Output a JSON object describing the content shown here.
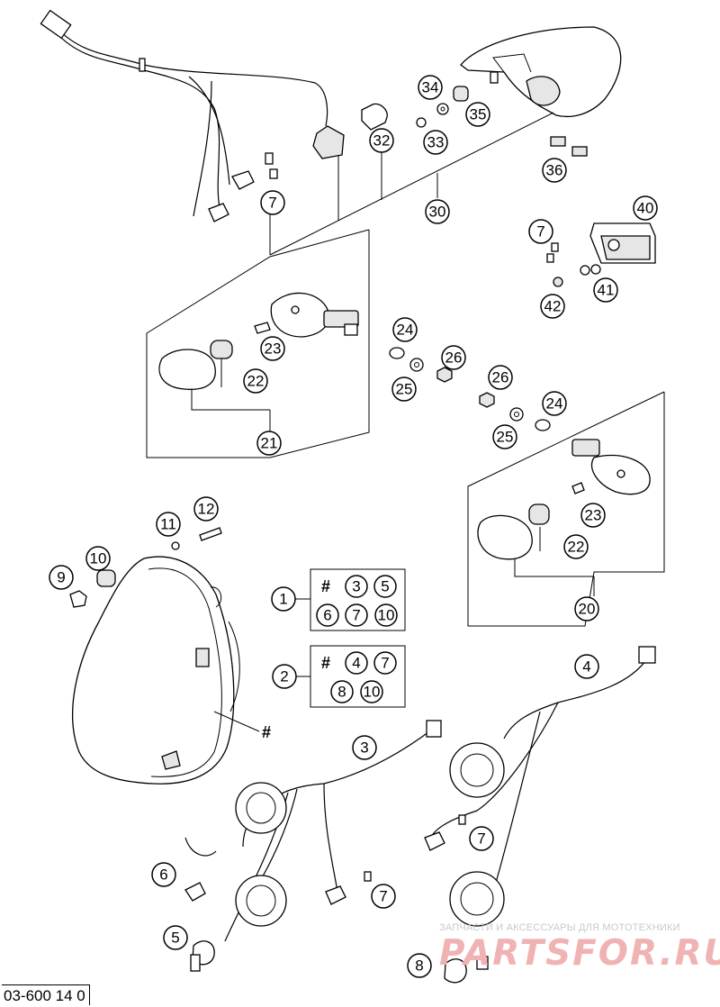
{
  "document_id": "03-600 14 0",
  "watermark": {
    "caption": "ЗАПЧАСТИ И АКСЕССУАРЫ ДЛЯ МОТОТЕХНИКИ",
    "logo": "PARTSFOR.RU"
  },
  "part_callouts": [
    {
      "id": "c1",
      "label": "1"
    },
    {
      "id": "c2",
      "label": "2"
    },
    {
      "id": "c3",
      "label": "3"
    },
    {
      "id": "c4",
      "label": "4"
    },
    {
      "id": "c5",
      "label": "5"
    },
    {
      "id": "c6",
      "label": "6"
    },
    {
      "id": "c7a",
      "label": "7"
    },
    {
      "id": "c7b",
      "label": "7"
    },
    {
      "id": "c7c",
      "label": "7"
    },
    {
      "id": "c7d",
      "label": "7"
    },
    {
      "id": "c8",
      "label": "8"
    },
    {
      "id": "c9",
      "label": "9"
    },
    {
      "id": "c10",
      "label": "10"
    },
    {
      "id": "c11",
      "label": "11"
    },
    {
      "id": "c12",
      "label": "12"
    },
    {
      "id": "c20",
      "label": "20"
    },
    {
      "id": "c21",
      "label": "21"
    },
    {
      "id": "c22a",
      "label": "22"
    },
    {
      "id": "c22b",
      "label": "22"
    },
    {
      "id": "c23a",
      "label": "23"
    },
    {
      "id": "c23b",
      "label": "23"
    },
    {
      "id": "c24a",
      "label": "24"
    },
    {
      "id": "c24b",
      "label": "24"
    },
    {
      "id": "c25a",
      "label": "25"
    },
    {
      "id": "c25b",
      "label": "25"
    },
    {
      "id": "c26a",
      "label": "26"
    },
    {
      "id": "c26b",
      "label": "26"
    },
    {
      "id": "c30",
      "label": "30"
    },
    {
      "id": "c32",
      "label": "32"
    },
    {
      "id": "c33",
      "label": "33"
    },
    {
      "id": "c34",
      "label": "34"
    },
    {
      "id": "c35",
      "label": "35"
    },
    {
      "id": "c36",
      "label": "36"
    },
    {
      "id": "c40",
      "label": "40"
    },
    {
      "id": "c41",
      "label": "41"
    },
    {
      "id": "c42",
      "label": "42"
    }
  ],
  "assembly_box_1": {
    "hash": "#",
    "items": [
      "3",
      "5",
      "6",
      "7",
      "10"
    ]
  },
  "assembly_box_2": {
    "hash": "#",
    "items": [
      "4",
      "7",
      "8",
      "10"
    ]
  },
  "headlight_marker": "#"
}
